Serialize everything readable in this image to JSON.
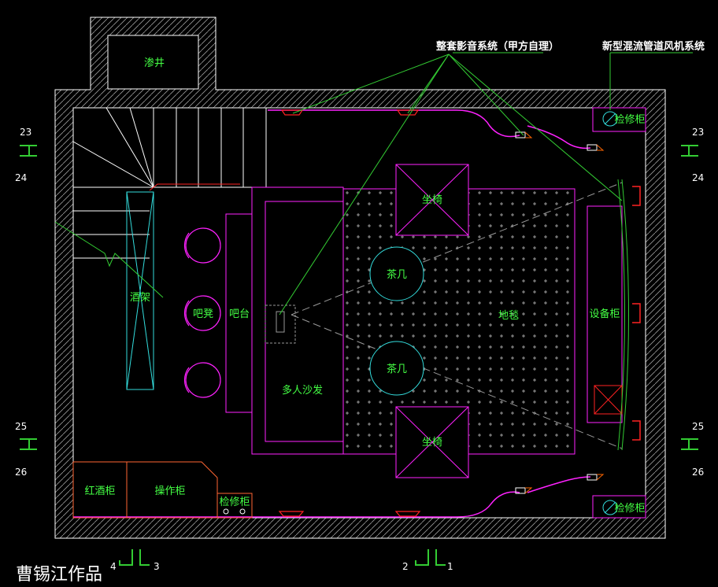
{
  "labels": {
    "shaft": "渗井",
    "audio_system": "整套影音系统（甲方自理）",
    "fresh_air": "新型混流管道风机系统",
    "access_panel_top": "检修柜",
    "access_panel_bottom": "检修柜",
    "seat_top": "坐椅",
    "seat_bottom": "坐椅",
    "tea_table_top": "茶几",
    "tea_table_bottom": "茶几",
    "carpet": "地毯",
    "equipment_cabinet": "设备柜",
    "wine_rack": "酒架",
    "bar_stool": "吧凳",
    "bar_counter": "吧台",
    "multi_sofa": "多人沙发",
    "red_wine_cabinet": "红酒柜",
    "operation_cabinet": "操作柜",
    "access_small": "检修柜"
  },
  "section_marks": {
    "left_top_a": "23",
    "left_top_b": "24",
    "right_top_a": "23",
    "right_top_b": "24",
    "left_bot_a": "25",
    "left_bot_b": "26",
    "right_bot_a": "25",
    "right_bot_b": "26",
    "bottom_left_a": "4",
    "bottom_left_b": "3",
    "bottom_mid_a": "2",
    "bottom_mid_b": "1"
  },
  "credit": "曹锡江作品",
  "colors": {
    "background": "#000000",
    "wall": "#ffffff",
    "hatch": "#aaaaaa",
    "green_line": "#33cc33",
    "magenta": "#ff22ff",
    "cyan": "#33dddd",
    "red": "#ff2222",
    "text_green": "#44ff44"
  }
}
